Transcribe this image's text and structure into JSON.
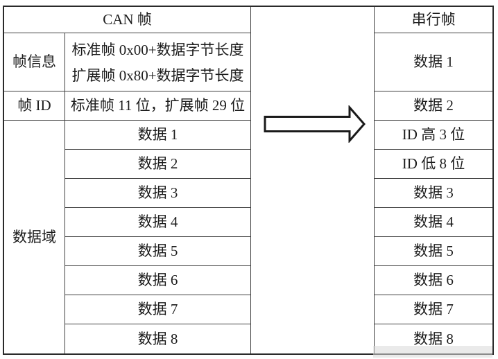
{
  "figure": {
    "left_table": {
      "header": "CAN 帧",
      "frame_info": {
        "label": "帧信息",
        "line1": "标准帧 0x00+数据字节长度",
        "line2": "扩展帧 0x80+数据字节长度"
      },
      "frame_id": {
        "label": "帧 ID",
        "content": "标准帧 11 位，扩展帧 29 位"
      },
      "data_domain_label": "数据域",
      "data_cells": [
        "数据 1",
        "数据 2",
        "数据 3",
        "数据 4",
        "数据 5",
        "数据 6",
        "数据 7",
        "数据 8"
      ]
    },
    "arrow": {
      "direction": "right"
    },
    "right_table": {
      "header": "串行帧",
      "cells": [
        "数据 1",
        "数据 2",
        "ID 高 3 位",
        "ID 低 8 位",
        "数据 3",
        "数据 4",
        "数据 5",
        "数据 6",
        "数据 7",
        "数据 8"
      ]
    },
    "colors": {
      "background": "#ffffff",
      "outer_border": "#2a2a2a",
      "inner_border": "#3e3e3e",
      "text": "#1c1c1c",
      "arrow_fill": "#ffffff",
      "arrow_stroke": "#1a1a1a",
      "artifact_band": "#d9d9d9"
    }
  }
}
